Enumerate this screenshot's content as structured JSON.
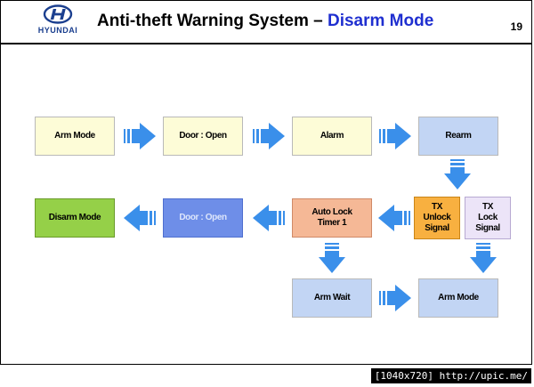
{
  "header": {
    "brand": "HYUNDAI",
    "title_prefix": "Anti-theft Warning System – ",
    "title_accent": "Disarm Mode",
    "page_number": "19"
  },
  "colors": {
    "brand_blue": "#1b3f8f",
    "accent_blue": "#1f2fd0",
    "arrow_blue": "#3a8fea",
    "cream": "#fdfcd7",
    "light_blue": "#c2d5f4",
    "salmon": "#f5b896",
    "orange": "#f8b040",
    "lavender": "#ece4f8",
    "green": "#95d048",
    "blue_box": "#6e8ee8"
  },
  "flow": {
    "arm_mode": "Arm Mode",
    "door_open": "Door : Open",
    "alarm": "Alarm",
    "rearm": "Rearm",
    "tx_lock_signal": "TX\nLock\nSignal",
    "tx_unlock_signal": "TX\nUnlock\nSignal",
    "auto_lock_timer": "Auto Lock\nTimer 1",
    "door_open_2": "Door : Open",
    "disarm_mode": "Disarm Mode",
    "arm_wait": "Arm Wait",
    "arm_mode_2": "Arm Mode"
  },
  "footer": {
    "watermark": "[1040x720] http://upic.me/"
  }
}
